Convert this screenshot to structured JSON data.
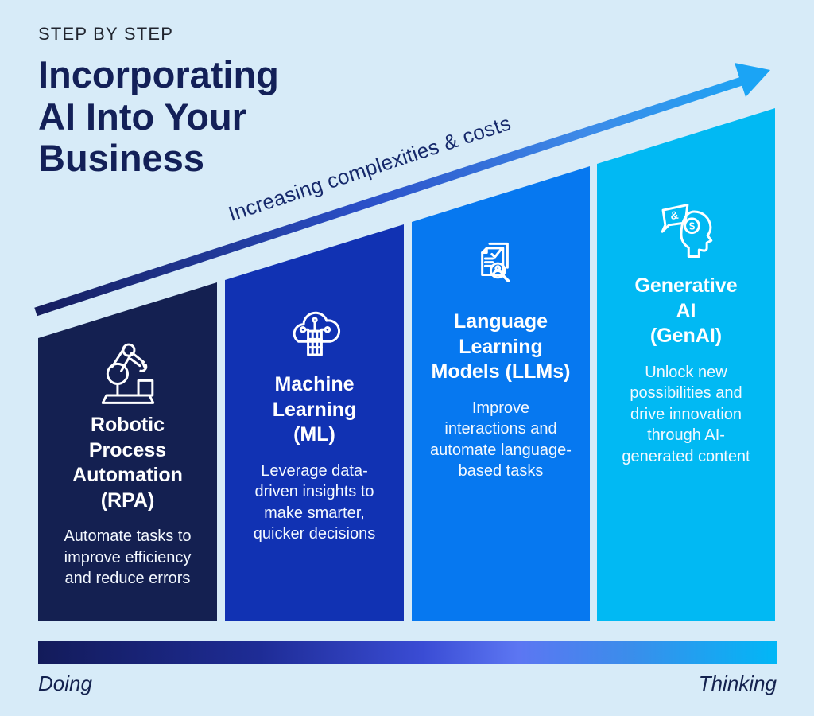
{
  "eyebrow": "STEP BY STEP",
  "title": "Incorporating\nAI Into Your\nBusiness",
  "arrow_label": "Increasing complexities & costs",
  "columns": [
    {
      "title": "Robotic\nProcess\nAutomation\n(RPA)",
      "description": "Automate tasks to\nimprove efficiency\nand reduce errors",
      "icon": "robotic-arm-icon",
      "color": "#142051"
    },
    {
      "title": "Machine\nLearning\n(ML)",
      "description": "Leverage data-\ndriven insights to\nmake smarter,\nquicker decisions",
      "icon": "ml-cloud-icon",
      "color": "#1132b3"
    },
    {
      "title": "Language\nLearning\nModels (LLMs)",
      "description": "Improve\ninteractions and\nautomate language-\nbased tasks",
      "icon": "document-search-icon",
      "color": "#0678f0"
    },
    {
      "title": "Generative\nAI\n(GenAI)",
      "description": "Unlock new\npossibilities and\ndrive innovation\nthrough AI-\ngenerated content",
      "icon": "genai-head-icon",
      "color": "#01b9f3"
    }
  ],
  "icon_glyphs": {
    "bubble_glyph": "&",
    "currency_glyph": "$"
  },
  "axis": {
    "left_label": "Doing",
    "right_label": "Thinking"
  },
  "colors": {
    "background": "#d7ebf8",
    "heading_navy": "#132058",
    "arrow_start": "#151d5e",
    "arrow_end": "#1ba7f5"
  }
}
